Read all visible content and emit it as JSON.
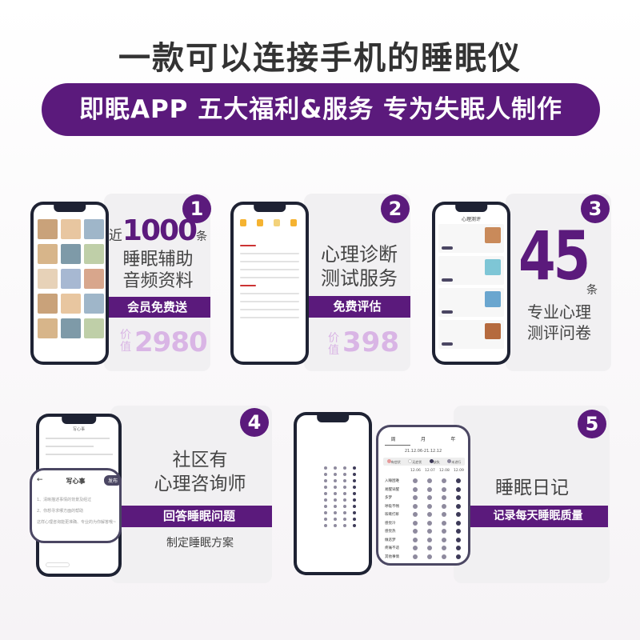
{
  "header": {
    "title": "一款可以连接手机的睡眠仪",
    "banner": "即眠APP 五大福利&服务 专为失眠人制作"
  },
  "cards": [
    {
      "number": "1",
      "prefix": "近",
      "big": "1000",
      "suffix": "条",
      "line1": "睡眠辅助",
      "line2": "音频资料",
      "bar": "会员免费送",
      "value_label_a": "价",
      "value_label_b": "值",
      "value": "2980"
    },
    {
      "number": "2",
      "line1": "心理诊断",
      "line2": "测试服务",
      "bar": "免费评估",
      "value_label_a": "价",
      "value_label_b": "值",
      "value": "398"
    },
    {
      "number": "3",
      "big": "45",
      "suffix": "条",
      "line1": "专业心理",
      "line2": "测评问卷",
      "phone_title": "心理测评"
    },
    {
      "number": "4",
      "line1": "社区有",
      "line2": "心理咨询师",
      "bar": "回答睡眠问题",
      "line3": "制定睡眠方案",
      "bubble": {
        "title": "写心事",
        "publish": "发布",
        "lines": [
          "1、清晰描述事情的背景及经过",
          "2、你想寻求哪方面的帮助",
          "这样心理咨询能更准确、专业的为你解答哦~"
        ]
      }
    },
    {
      "number": "5",
      "line1": "睡眠日记",
      "bar": "记录每天睡眠质量",
      "bubble": {
        "tabs": [
          "周",
          "月",
          "年"
        ],
        "range": "21.12.06-21.12.12",
        "legend": [
          "有症状",
          "无症状",
          "缺失",
          "未进行"
        ],
        "dates": [
          "12.06",
          "12.07",
          "12.08",
          "12.09"
        ],
        "rows": [
          "入睡困难",
          "易醒早醒",
          "多梦",
          "呼吸不畅",
          "咳嗽打鼾",
          "感觉冷",
          "感觉热",
          "做恶梦",
          "疼痛不适",
          "其他事情"
        ]
      }
    }
  ],
  "colors": {
    "brand": "#5b1a7c",
    "lilac": "#d9b5e5",
    "panel": "#f1f0f2",
    "dot_grey": "#8e8a9e",
    "dot_dark": "#3d3a58"
  }
}
